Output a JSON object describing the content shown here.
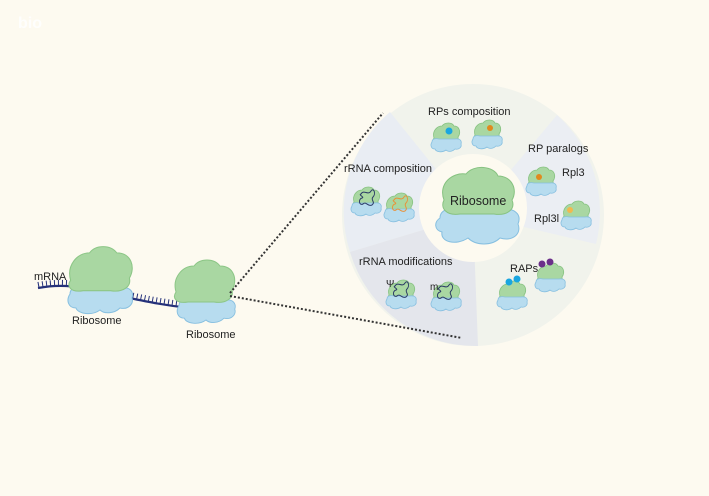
{
  "watermark": {
    "text": "bio"
  },
  "left": {
    "mrna_label": "mRNA",
    "ribosome1_label": "Ribosome",
    "ribosome2_label": "Ribosome"
  },
  "wheel": {
    "center_label": "Ribosome",
    "sectors": {
      "rps_composition": "RPs composition",
      "rp_paralogs": "RP paralogs",
      "rpl3": "Rpl3",
      "rpl3l": "Rpl3l",
      "rrna_composition": "rRNA composition",
      "rrna_modifications": "rRNA modifications",
      "psi_symbol": "Ψ",
      "m_symbol": "m",
      "raps": "RAPs"
    }
  },
  "colors": {
    "background": "#fdfaf0",
    "large_subunit": "#a9d7a2",
    "large_subunit_edge": "#7fbf7a",
    "small_subunit": "#b7dcef",
    "small_subunit_edge": "#86bfe0",
    "mrna": "#25317a",
    "wheel_light": "#f1f3ec",
    "wheel_mid": "#e7eaf1",
    "wheel_dark": "#e2e4ea",
    "dot_blue": "#1aa6e0",
    "dot_orange": "#e08a1e",
    "dot_purple": "#6b2f8a",
    "dot_pale_orange": "#f2b84f"
  }
}
